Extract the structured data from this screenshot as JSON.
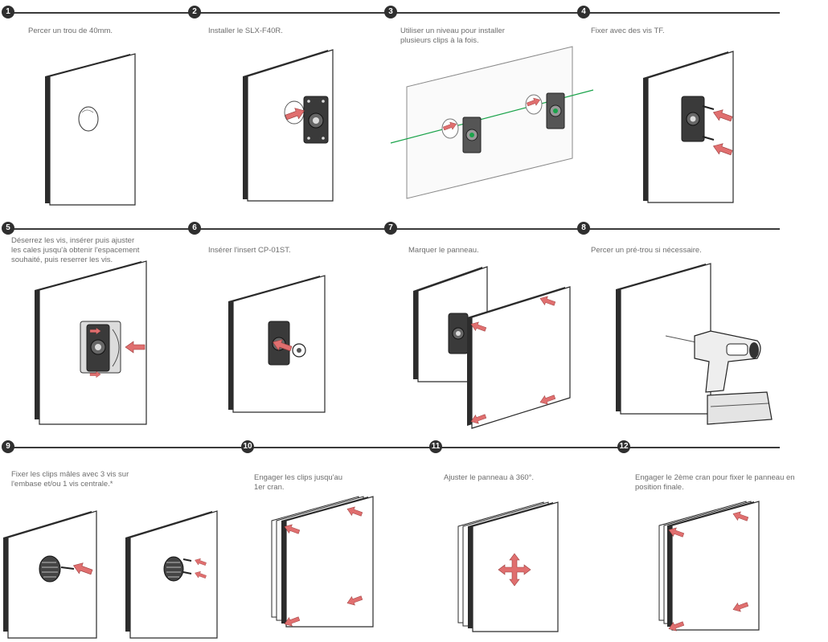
{
  "steps": [
    {
      "number": "1",
      "caption": "Percer un trou de 40mm."
    },
    {
      "number": "2",
      "caption": "Installer le SLX-F40R."
    },
    {
      "number": "3",
      "caption": "Utiliser un niveau pour installer\nplusieurs clips à la fois."
    },
    {
      "number": "4",
      "caption": "Fixer avec des vis TF."
    },
    {
      "number": "5",
      "caption": "Déserrez les vis, insérer puis ajuster\nles cales jusqu'à obtenir l'espacement\nsouhaité, puis reserrer les vis."
    },
    {
      "number": "6",
      "caption": "Insérer l'insert CP-01ST."
    },
    {
      "number": "7",
      "caption": "Marquer le panneau."
    },
    {
      "number": "8",
      "caption": "Percer un pré-trou si nécessaire."
    },
    {
      "number": "9",
      "caption": "Fixer les clips mâles avec 3 vis sur\nl'embase et/ou 1 vis centrale.*"
    },
    {
      "number": "10",
      "caption": "Engager les clips jusqu'au\n1er cran."
    },
    {
      "number": "11",
      "caption": "Ajuster le panneau à 360°."
    },
    {
      "number": "12",
      "caption": "Engager le 2ème cran pour fixer le panneau en\nposition finale."
    }
  ],
  "colors": {
    "arrow": "#e06f6f",
    "line": "#3a3a3a",
    "badge": "#2f2f2f",
    "level": "#1aa34a"
  }
}
